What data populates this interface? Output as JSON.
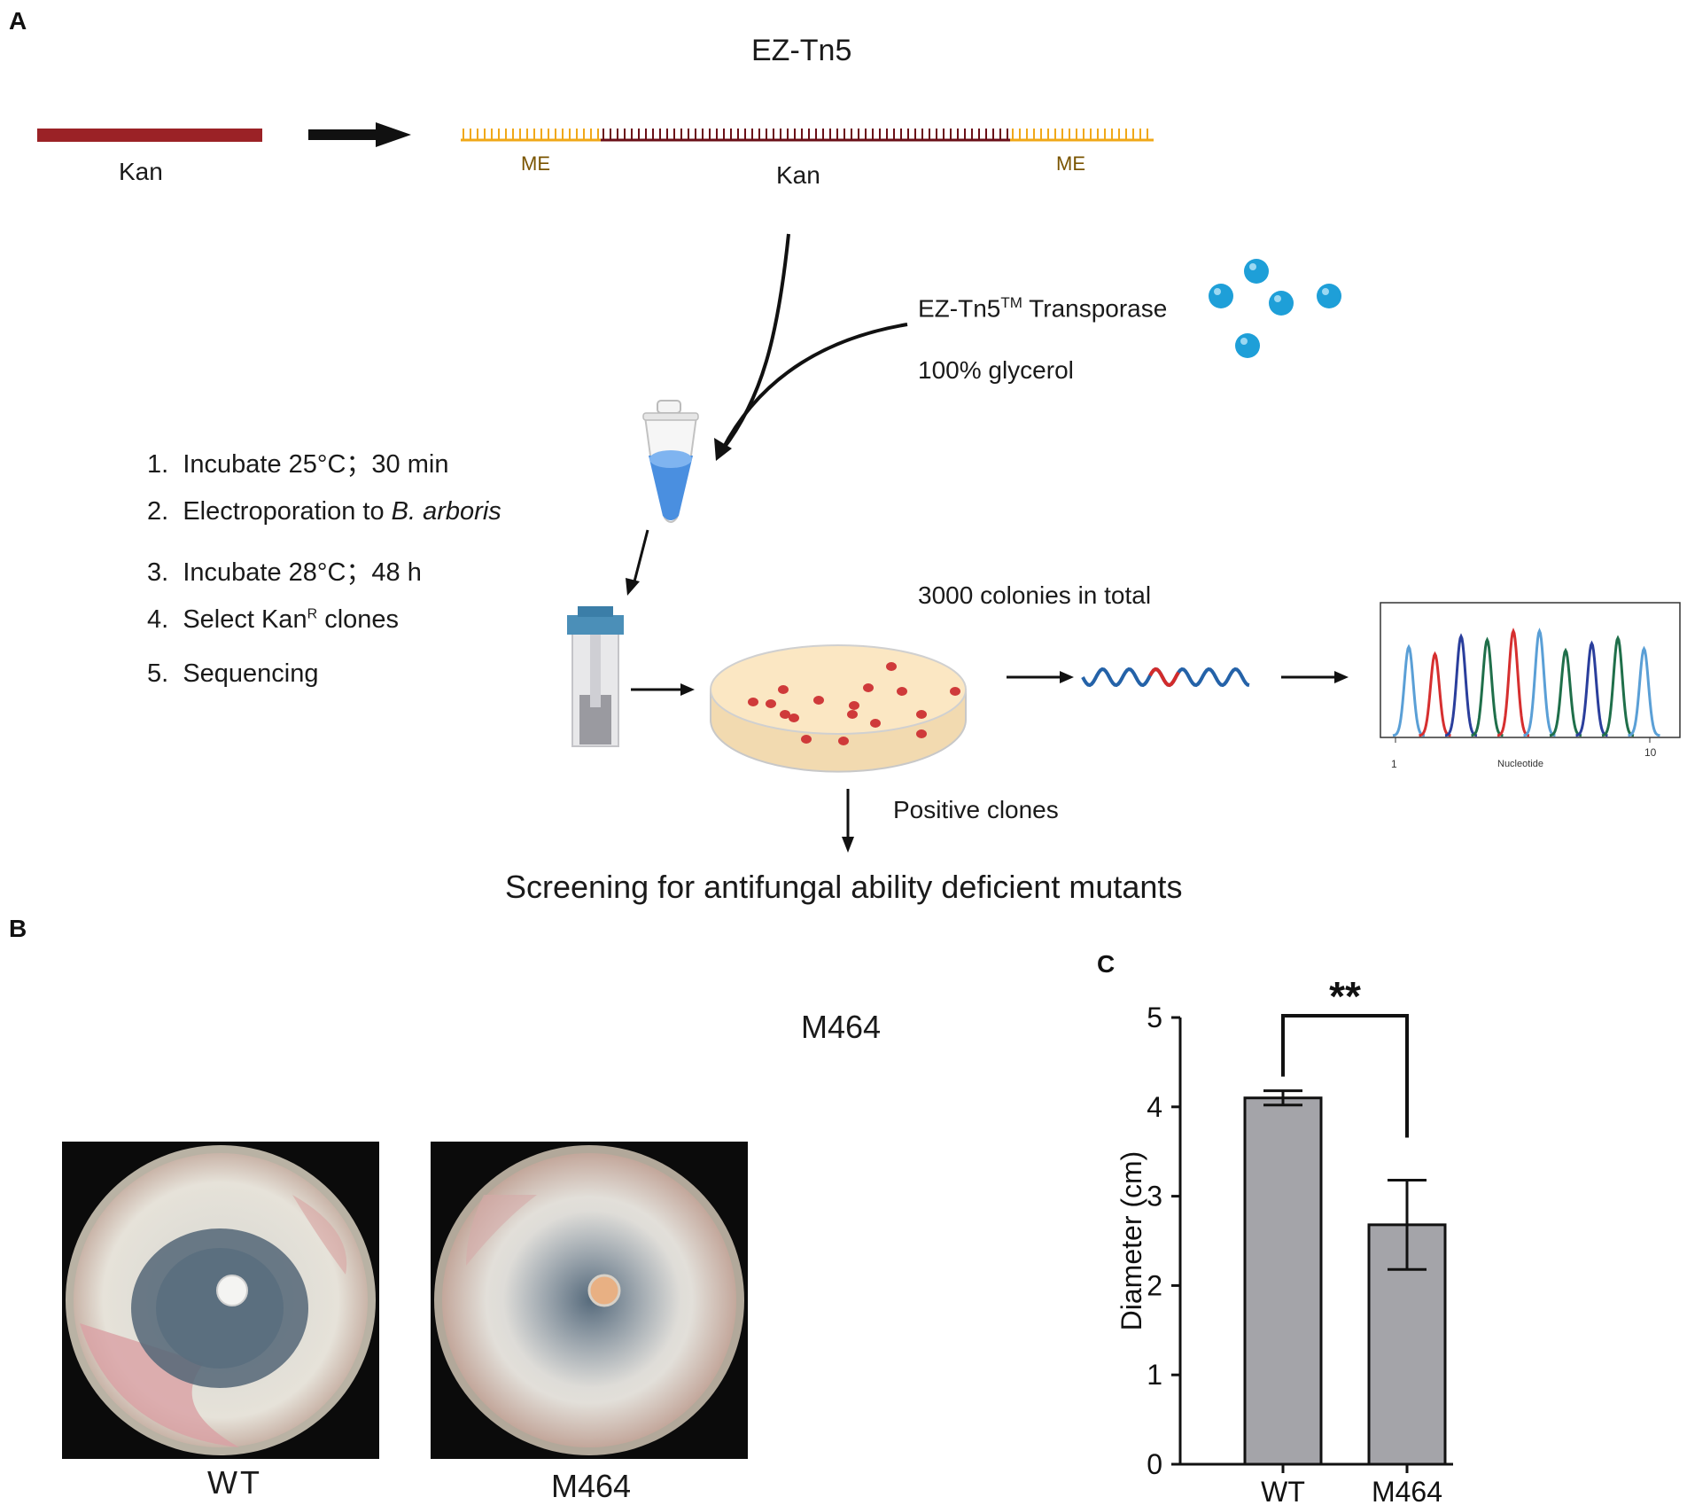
{
  "panels": {
    "a": "A",
    "b": "B",
    "c": "C"
  },
  "transposon": {
    "title": "EZ-Tn5",
    "kan_left": "Kan",
    "kan_right": "Kan",
    "me_left": "ME",
    "me_right": "ME",
    "colors": {
      "kan": "#9b2226",
      "kan_dark": "#6a0f17",
      "me": "#f0a818"
    }
  },
  "reagents": {
    "transposase_base": "EZ-Tn5",
    "transposase_sup": "TM",
    "transposase_suffix": " Transporase",
    "glycerol": "100% glycerol",
    "bead_color": "#1e9fd8"
  },
  "steps": [
    {
      "num": "1.",
      "text": "Incubate 25°C；30 min"
    },
    {
      "num": "2.",
      "text": "Electroporation to ",
      "italic": "B. arboris"
    },
    {
      "num": "3.",
      "text": "Incubate 28°C；48 h"
    },
    {
      "num": "4.",
      "text": "Select Kan",
      "sup": "R",
      "suffix": " clones"
    },
    {
      "num": "5.",
      "text": "Sequencing"
    }
  ],
  "workflow": {
    "colonies_label": "3000 colonies in total",
    "positive_label": "Positive clones",
    "screening_label": "Screening for antifungal ability deficient mutants",
    "result_label": "M464"
  },
  "chromatogram": {
    "xlabel": "Nucleotide",
    "tick_start": "1",
    "tick_end": "10",
    "peak_colors": [
      "#5a9fd6",
      "#d62f2f",
      "#2a3e9c",
      "#1f6f4a",
      "#d62f2f",
      "#5a9fd6",
      "#1f6f4a",
      "#2a3e9c",
      "#1f6f4a",
      "#5a9fd6"
    ]
  },
  "plates": {
    "wt_label": "WT",
    "mutant_label": "M464"
  },
  "chart_data": {
    "type": "bar",
    "categories": [
      "WT",
      "M464"
    ],
    "values": [
      4.1,
      2.68
    ],
    "errors": [
      0.08,
      0.5
    ],
    "ylabel": "Diameter (cm)",
    "ylim": [
      0,
      5
    ],
    "yticks": [
      "0",
      "1",
      "2",
      "3",
      "4",
      "5"
    ],
    "significance": "**",
    "bar_color": "#a4a4a9"
  }
}
